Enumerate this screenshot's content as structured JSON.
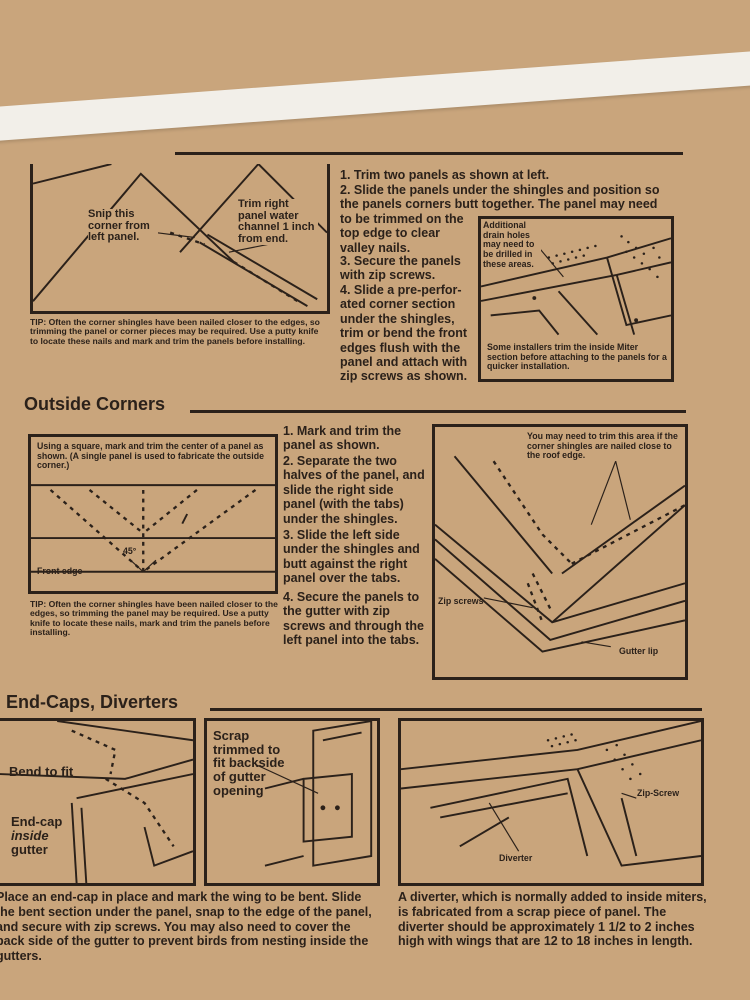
{
  "top_section": {
    "callout_left": "Snip this corner from left panel.",
    "callout_right": "Trim right panel water channel 1 inch from end.",
    "tip": "TIP: Often the corner shingles have been nailed closer to the edges, so trimming the panel or corner pieces may be required. Use a putty knife to locate these nails and mark and trim the panels before installing.",
    "steps": [
      "1. Trim two panels as shown at left.",
      "2. Slide the panels under the shingles and position so the panels corners butt together. The panel may need",
      "to be trimmed on the top edge to clear valley nails.",
      "3. Secure the panels with zip screws.",
      "4. Slide a pre-perfor- ated corner section under the shingles, trim or bend the front edges flush with the panel and attach with zip screws as shown."
    ],
    "drain_note": "Additional drain holes may need to be drilled in these areas.",
    "miter_note": "Some installers trim the inside Miter section before attaching to the panels for a quicker installation."
  },
  "outside_corners": {
    "heading": "Outside Corners",
    "square_note": "Using a square, mark and trim the center of a panel as shown. (A single panel is used to fabricate the outside corner.)",
    "angle_label": "45°",
    "front_edge": "Front edge",
    "tip": "TIP: Often the corner shingles have been nailed closer to the edges, so trimming the panel may be required. Use a putty knife to locate these nails, mark and trim the panels before installing.",
    "steps": [
      "1. Mark and trim the panel as shown.",
      "2. Separate the two halves of the panel, and slide the right side panel (with the tabs) under the shingles.",
      "3. Slide the left side under the shingles and butt against the right panel over the tabs.",
      "4. Secure the panels to the gutter with zip screws and through the left panel into the tabs."
    ],
    "trim_note": "You may need to trim this area if the corner shingles are nailed close to the roof edge.",
    "zip_screws": "Zip screws",
    "gutter_lip": "Gutter lip"
  },
  "end_caps": {
    "heading": "End-Caps, Diverters",
    "bend_to_fit": "Bend to fit",
    "end_cap_label": "End-cap",
    "inside_label": "inside",
    "gutter_label": "gutter",
    "scrap_note": "Scrap trimmed to fit backside of gutter opening",
    "zip_screw": "Zip-Screw",
    "diverter": "Diverter",
    "para_left": "Place an end-cap in place and mark the wing to be bent. Slide the bent section under the panel, snap to the edge of the panel, and secure with zip screws. You may also need to cover the back side of the gutter to prevent birds from nesting inside the gutters.",
    "para_right": "A diverter, which is normally added to inside miters, is fabricated from a scrap piece of panel. The diverter should be approximately 1 1/2 to 2 inches high with wings that are 12 to 18 inches in length."
  }
}
